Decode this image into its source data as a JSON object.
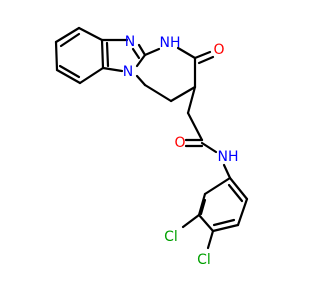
{
  "molecule": {
    "colors": {
      "bond": "#000000",
      "N": "#0000ff",
      "O": "#ff0000",
      "Cl": "#00a000",
      "background": "#ffffff"
    },
    "labels": {
      "nh_ring": "NH",
      "n_imine": "N",
      "n_bridge": "N",
      "o_ring": "O",
      "o_amide": "O",
      "nh_amide": "NH",
      "cl_meta": "Cl",
      "cl_para": "Cl"
    }
  }
}
